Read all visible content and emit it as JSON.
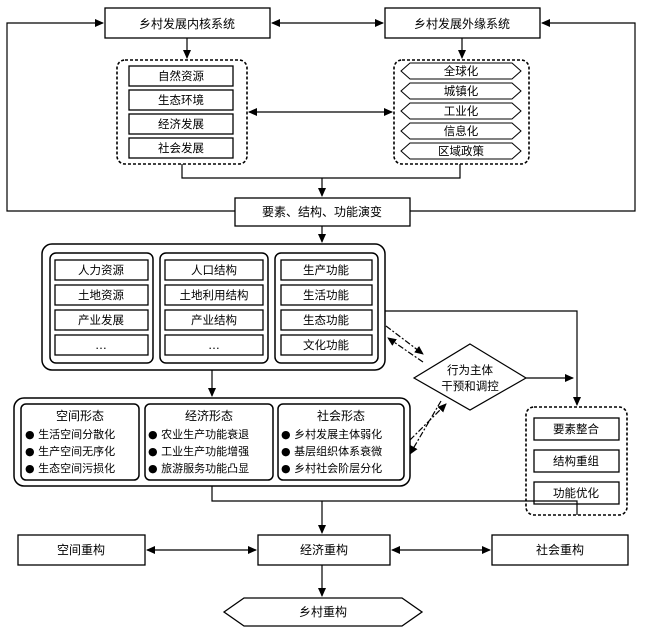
{
  "top": {
    "internal_system": "乡村发展内核系统",
    "external_system": "乡村发展外缘系统"
  },
  "internal_factors": [
    "自然资源",
    "生态环境",
    "经济发展",
    "社会发展"
  ],
  "external_factors": [
    "全球化",
    "城镇化",
    "工业化",
    "信息化",
    "区域政策"
  ],
  "evolution": "要素、结构、功能演变",
  "elements": [
    "人力资源",
    "土地资源",
    "产业发展",
    "…"
  ],
  "structures": [
    "人口结构",
    "土地利用结构",
    "产业结构",
    "…"
  ],
  "functions": [
    "生产功能",
    "生活功能",
    "生态功能",
    "文化功能"
  ],
  "actor": {
    "line1": "行为主体",
    "line2": "干预和调控"
  },
  "forms": [
    {
      "title": "空间形态",
      "items": [
        "● 生活空间分散化",
        "● 生产空间无序化",
        "● 生态空间污损化"
      ]
    },
    {
      "title": "经济形态",
      "items": [
        "● 农业生产功能衰退",
        "● 工业生产功能增强",
        "● 旅游服务功能凸显"
      ]
    },
    {
      "title": "社会形态",
      "items": [
        "● 乡村发展主体弱化",
        "● 基层组织体系衰微",
        "● 乡村社会阶层分化"
      ]
    }
  ],
  "integration": [
    "要素整合",
    "结构重组",
    "功能优化"
  ],
  "reconstruction": [
    "空间重构",
    "经济重构",
    "社会重构"
  ],
  "final": "乡村重构"
}
